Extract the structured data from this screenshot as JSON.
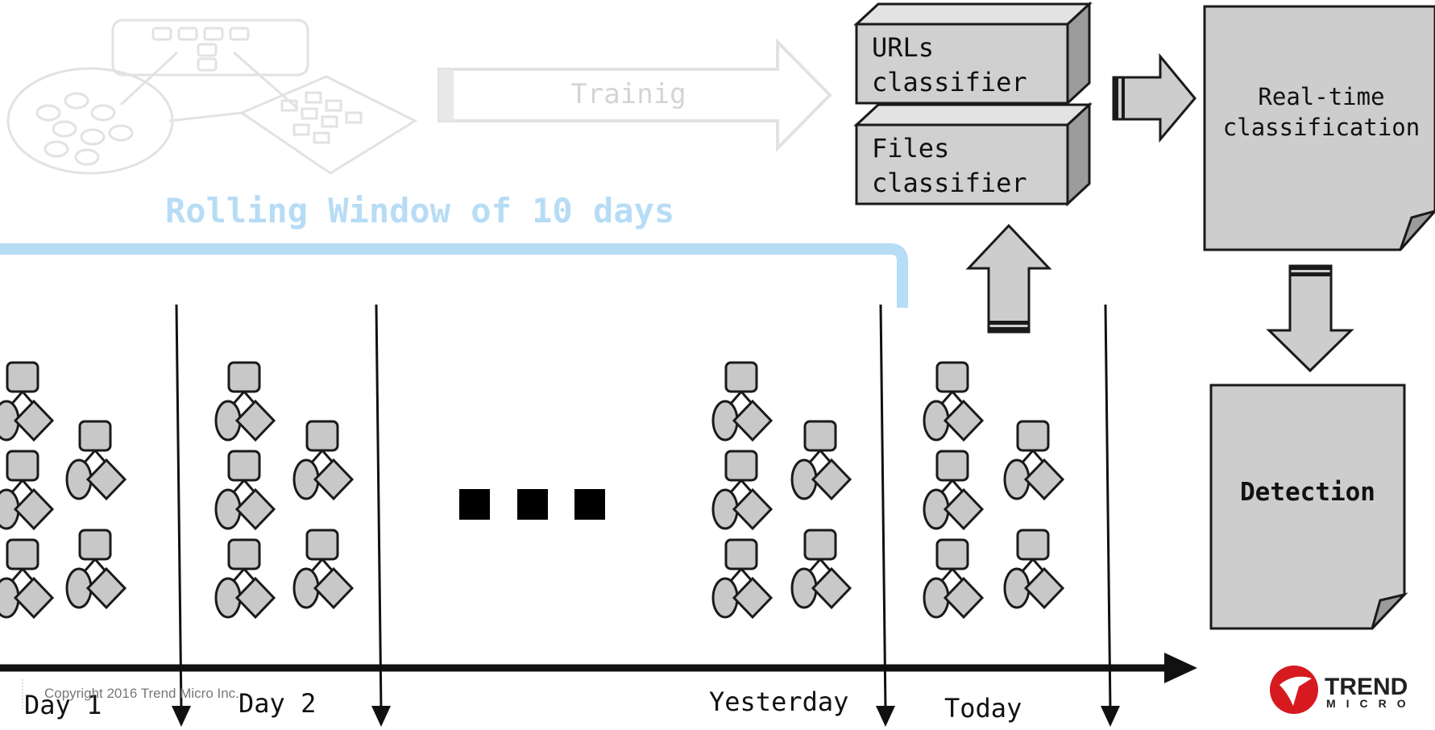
{
  "training": {
    "label": "Trainig"
  },
  "window": {
    "title": "Rolling Window of 10 days",
    "color": "#b7dcf5"
  },
  "classifiers": {
    "urls": {
      "line1": "URLs",
      "line2": "classifier"
    },
    "files": {
      "line1": "Files",
      "line2": "classifier"
    }
  },
  "realtime": {
    "line1": "Real-time",
    "line2": "classification"
  },
  "detection": {
    "label": "Detection"
  },
  "timeline": {
    "days": [
      {
        "label": "Day 1"
      },
      {
        "label": "Day 2"
      },
      {
        "label": "Yesterday"
      },
      {
        "label": "Today"
      }
    ],
    "ellipsis": "■ ■ ■"
  },
  "footer": {
    "copyright": "Copyright 2016 Trend Micro Inc.",
    "logo_line1": "TREND",
    "logo_line2": "MICRO",
    "logo_color": "#d71920"
  },
  "colors": {
    "shape_fill": "#c8c8c8",
    "stroke": "#1a1a1a",
    "faded": "#e4e4e4"
  }
}
